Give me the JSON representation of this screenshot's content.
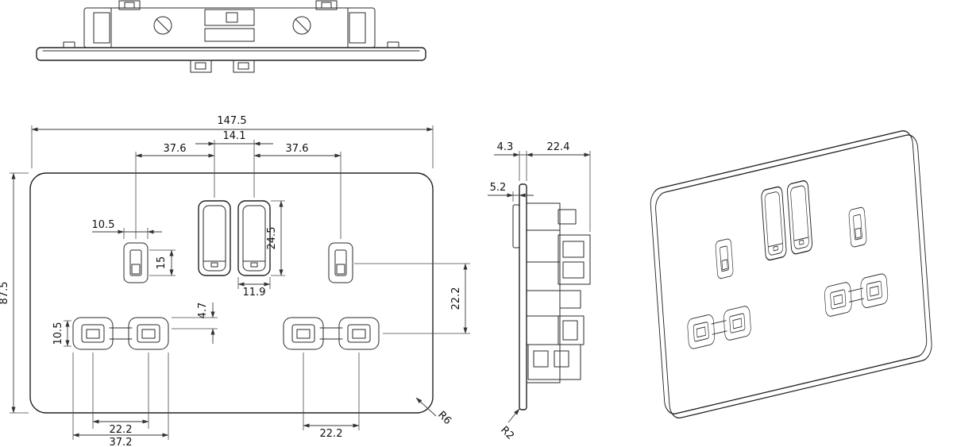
{
  "front_view": {
    "overall_width": "147.5",
    "overall_height": "87.5",
    "rocker_pitch": "14.1",
    "rocker_offset_left": "37.6",
    "rocker_offset_right": "37.6",
    "earth_slot_width": "10.5",
    "earth_slot_height": "15",
    "rocker_height": "24.5",
    "rocker_width": "11.9",
    "aperture_offset": "4.7",
    "pin_slot_height": "10.5",
    "earth_to_pin_vertical": "22.2",
    "pin_pitch_left": "22.2",
    "pin_span_left": "37.2",
    "pin_pitch_right": "22.2",
    "corner_radius": "R6"
  },
  "side_view": {
    "faceplate_thickness": "4.3",
    "mechanism_depth": "22.4",
    "switch_protrusion": "5.2",
    "corner_radius": "R2"
  }
}
